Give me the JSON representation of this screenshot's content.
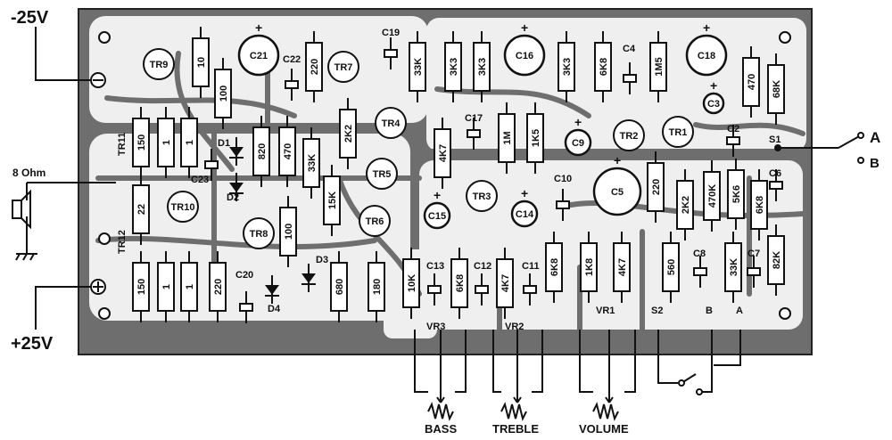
{
  "labels": {
    "neg_supply": "-25V",
    "pos_supply": "+25V",
    "speaker": "8 Ohm",
    "bass": "BASS",
    "treble": "TREBLE",
    "volume": "VOLUME",
    "switch_a": "A",
    "switch_b": "B",
    "s1": "S1",
    "s2": "S2",
    "tr11": "TR11",
    "tr12": "TR12",
    "vr1": "VR1",
    "vr2": "VR2",
    "vr3": "VR3",
    "pad_b": "B",
    "pad_a": "A"
  },
  "resistors": [
    {
      "value": "10"
    },
    {
      "value": "100"
    },
    {
      "value": "220"
    },
    {
      "value": "33K"
    },
    {
      "value": "3K3"
    },
    {
      "value": "3K3"
    },
    {
      "value": "3K3"
    },
    {
      "value": "6K8"
    },
    {
      "value": "1M5"
    },
    {
      "value": "470"
    },
    {
      "value": "68K"
    },
    {
      "value": "150"
    },
    {
      "value": "1"
    },
    {
      "value": "1"
    },
    {
      "value": "820"
    },
    {
      "value": "470"
    },
    {
      "value": "33K"
    },
    {
      "value": "2K2"
    },
    {
      "value": "4K7"
    },
    {
      "value": "1M"
    },
    {
      "value": "1K5"
    },
    {
      "value": "15K"
    },
    {
      "value": "22"
    },
    {
      "value": "100"
    },
    {
      "value": "220"
    },
    {
      "value": "2K2"
    },
    {
      "value": "470K"
    },
    {
      "value": "5K6"
    },
    {
      "value": "6K8"
    },
    {
      "value": "150"
    },
    {
      "value": "1"
    },
    {
      "value": "1"
    },
    {
      "value": "220"
    },
    {
      "value": "680"
    },
    {
      "value": "180"
    },
    {
      "value": "10K"
    },
    {
      "value": "6K8"
    },
    {
      "value": "4K7"
    },
    {
      "value": "6K8"
    },
    {
      "value": "1K8"
    },
    {
      "value": "4K7"
    },
    {
      "value": "560"
    },
    {
      "value": "33K"
    },
    {
      "value": "82K"
    }
  ],
  "capacitors": [
    {
      "label": "C21"
    },
    {
      "label": "C16"
    },
    {
      "label": "C18"
    },
    {
      "label": "C3"
    },
    {
      "label": "C9"
    },
    {
      "label": "C5"
    },
    {
      "label": "C15"
    },
    {
      "label": "C14"
    },
    {
      "label": "C22"
    },
    {
      "label": "C19"
    },
    {
      "label": "C4"
    },
    {
      "label": "C17"
    },
    {
      "label": "C2"
    },
    {
      "label": "C10"
    },
    {
      "label": "C6"
    },
    {
      "label": "C8"
    },
    {
      "label": "C7"
    },
    {
      "label": "C23"
    },
    {
      "label": "C20"
    },
    {
      "label": "C13"
    },
    {
      "label": "C12"
    },
    {
      "label": "C11"
    }
  ],
  "transistors": [
    {
      "label": "TR9"
    },
    {
      "label": "TR7"
    },
    {
      "label": "TR4"
    },
    {
      "label": "TR5"
    },
    {
      "label": "TR6"
    },
    {
      "label": "TR3"
    },
    {
      "label": "TR2"
    },
    {
      "label": "TR1"
    },
    {
      "label": "TR10"
    },
    {
      "label": "TR8"
    }
  ],
  "diodes": [
    {
      "label": "D1"
    },
    {
      "label": "D2"
    },
    {
      "label": "D3"
    },
    {
      "label": "D4"
    }
  ]
}
